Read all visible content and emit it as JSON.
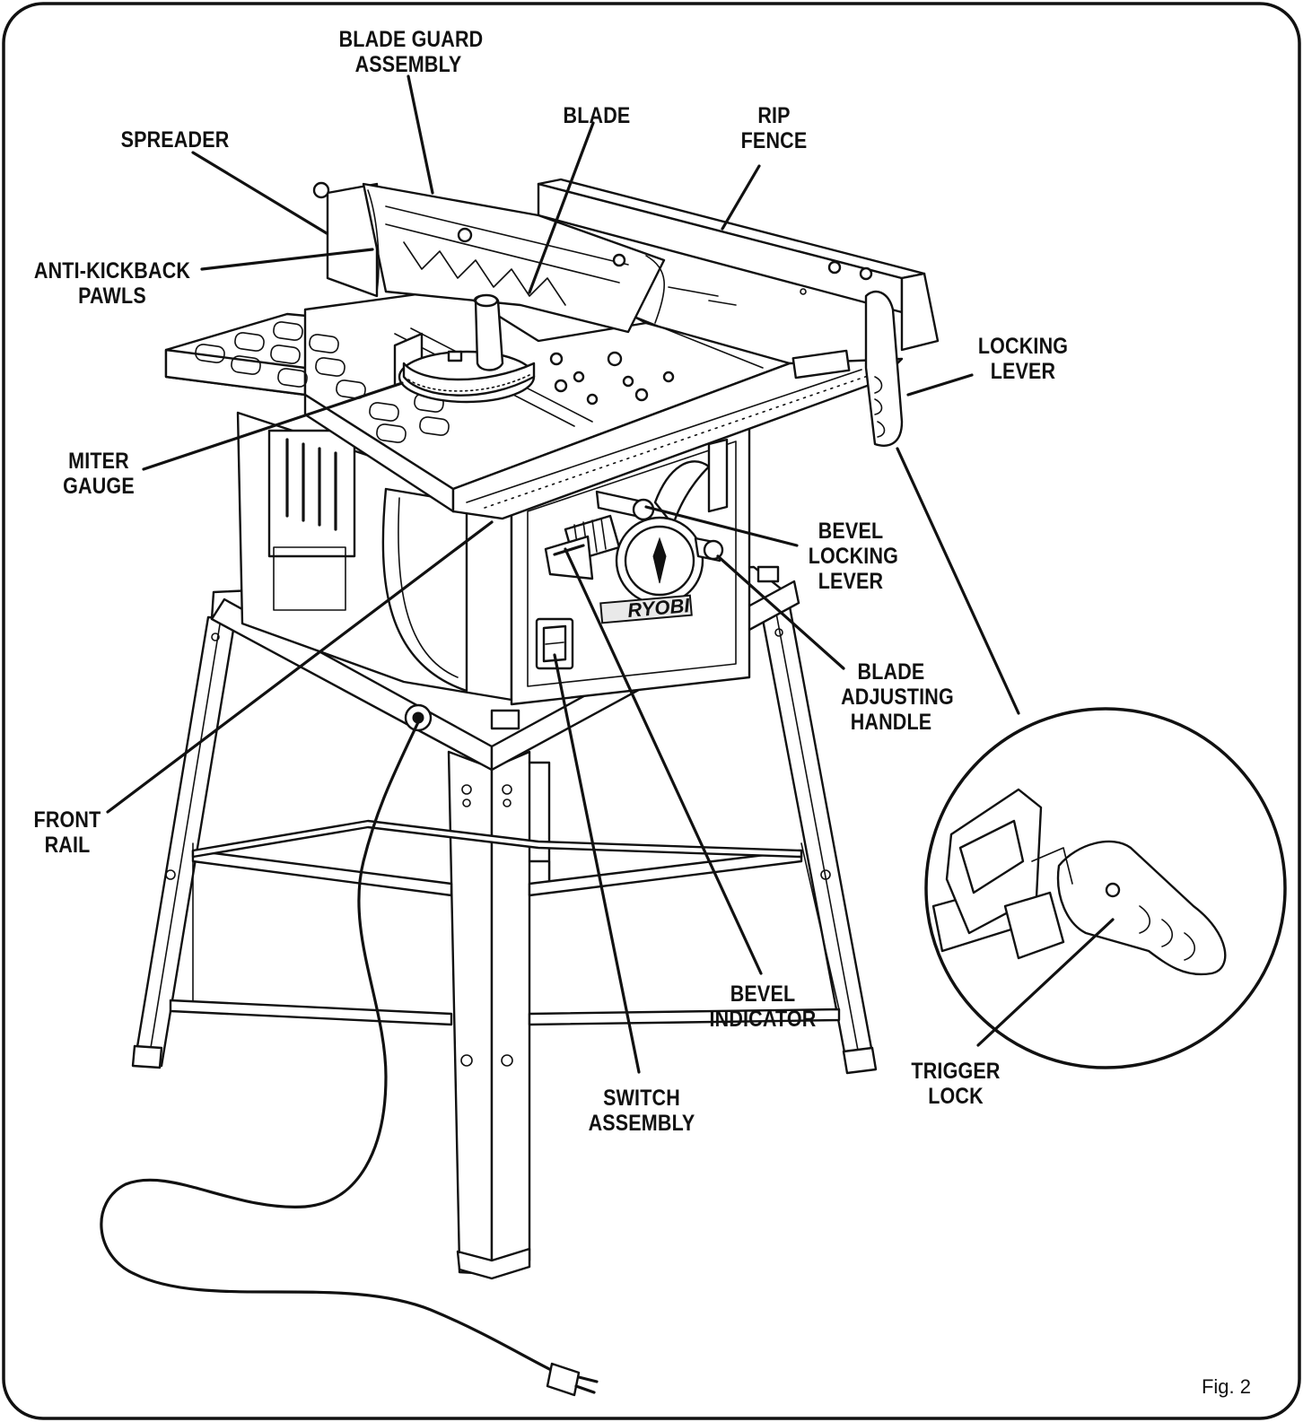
{
  "figure": {
    "label": "Fig. 2"
  },
  "callouts": [
    {
      "id": "blade-guard-assembly",
      "lines": [
        "BLADE GUARD",
        "ASSEMBLY"
      ]
    },
    {
      "id": "spreader",
      "lines": [
        "SPREADER"
      ]
    },
    {
      "id": "blade",
      "lines": [
        "BLADE"
      ]
    },
    {
      "id": "rip-fence",
      "lines": [
        "RIP",
        "FENCE"
      ]
    },
    {
      "id": "anti-kickback-pawls",
      "lines": [
        "ANTI-KICKBACK",
        "PAWLS"
      ]
    },
    {
      "id": "locking-lever",
      "lines": [
        "LOCKING",
        "LEVER"
      ]
    },
    {
      "id": "miter-gauge",
      "lines": [
        "MITER",
        "GAUGE"
      ]
    },
    {
      "id": "bevel-locking-lever",
      "lines": [
        "BEVEL",
        "LOCKING",
        "LEVER"
      ]
    },
    {
      "id": "blade-adjusting-handle",
      "lines": [
        "BLADE",
        "ADJUSTING",
        "HANDLE"
      ]
    },
    {
      "id": "front-rail",
      "lines": [
        "FRONT",
        "RAIL"
      ]
    },
    {
      "id": "bevel-indicator",
      "lines": [
        "BEVEL",
        "INDICATOR"
      ]
    },
    {
      "id": "trigger-lock",
      "lines": [
        "TRIGGER",
        "LOCK"
      ]
    },
    {
      "id": "switch-assembly",
      "lines": [
        "SWITCH",
        "ASSEMBLY"
      ]
    }
  ],
  "brand": {
    "logo_text": "RYOBI"
  }
}
